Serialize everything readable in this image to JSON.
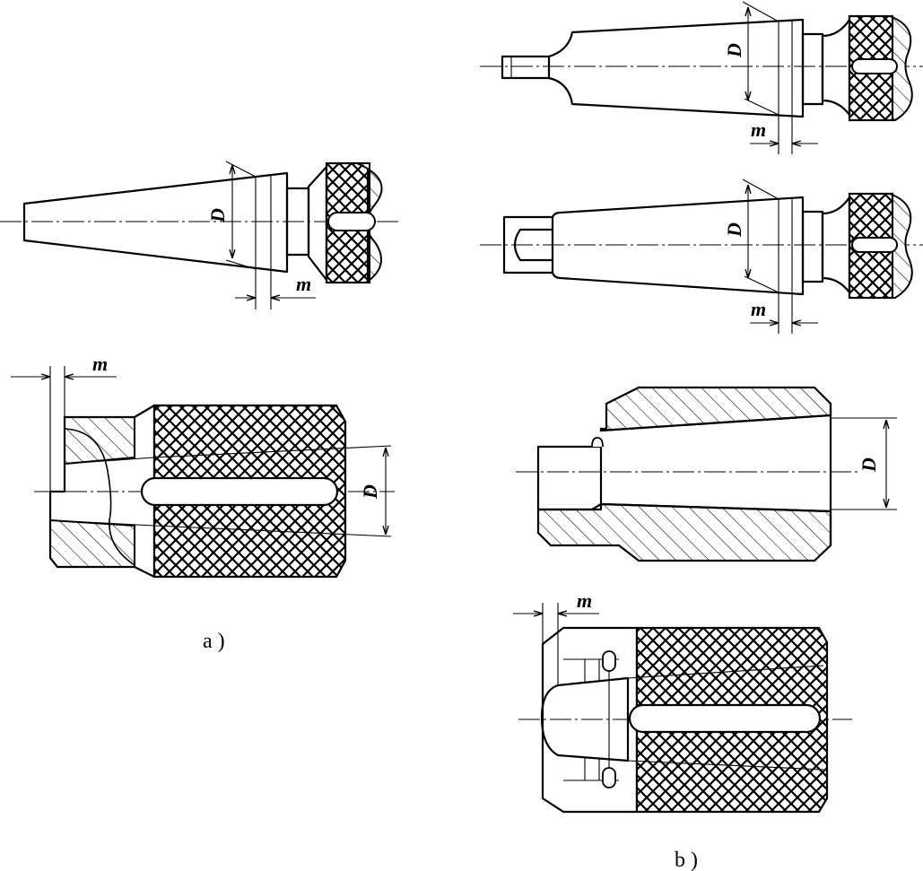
{
  "labels": {
    "diameter": "D",
    "offset": "m"
  },
  "captions": {
    "a": "a )",
    "b": "b )"
  },
  "colors": {
    "line": "#000000",
    "background": "#ffffff"
  }
}
